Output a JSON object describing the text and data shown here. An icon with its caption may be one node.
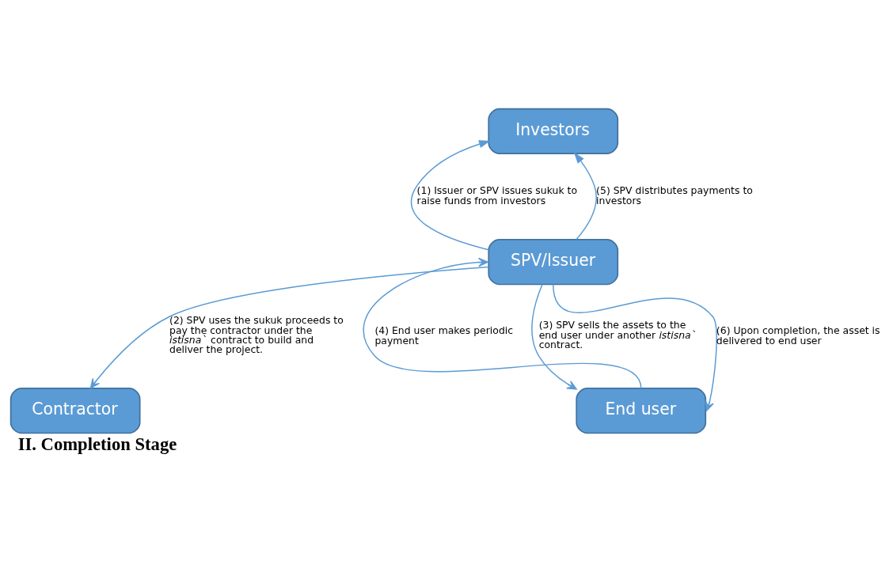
{
  "diagram": {
    "title": "II. Completion Stage",
    "nodes": [
      {
        "text": [
          "Investors"
        ]
      },
      {
        "text": [
          "End user"
        ]
      },
      {
        "text": [
          "SPV/Issuer"
        ]
      },
      {
        "text": [
          "Contractor"
        ]
      }
    ],
    "edges": [
      {
        "from": 2,
        "to": 0,
        "arrow": "to",
        "label": "(1) Issuer or SPV issues sukuk to raise funds from investors"
      },
      {
        "from": 2,
        "to": 0,
        "arrow": "to",
        "label": "(5) SPV distributes payments to investors"
      },
      {
        "from": 2,
        "to": 1,
        "arrow": "to",
        "label": "(3) SPV sells the assets to the end user under another *istisna*` contract."
      },
      {
        "from": 1,
        "to": 2,
        "arrow": "to",
        "label": "(4) End user makes periodic payment"
      },
      {
        "from": 2,
        "to": 1,
        "arrow": "to",
        "label": "(6) Upon completion, the asset is delivered to end user"
      },
      {
        "from": 2,
        "to": 3,
        "arrow": "to",
        "label": "(2) SPV uses the sukuk proceeds to pay the contractor under the *istisna*` contract to build and deliver the project."
      }
    ]
  }
}
